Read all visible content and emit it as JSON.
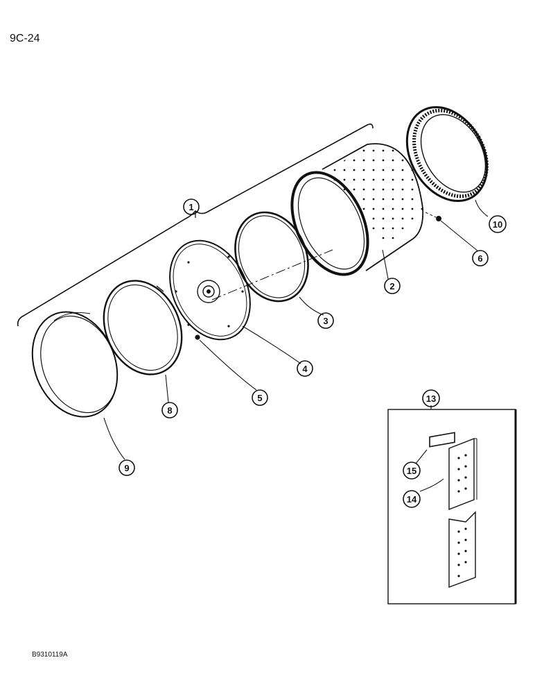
{
  "page": {
    "code": "9C-24",
    "figure_id": "B9310119A"
  },
  "callouts": {
    "c1": "1",
    "c2": "2",
    "c3": "3",
    "c4": "4",
    "c5": "5",
    "c6": "6",
    "c8": "8",
    "c9": "9",
    "c10": "10",
    "c13": "13",
    "c14": "14",
    "c15": "15"
  },
  "colors": {
    "ink": "#111111",
    "paper": "#ffffff"
  }
}
